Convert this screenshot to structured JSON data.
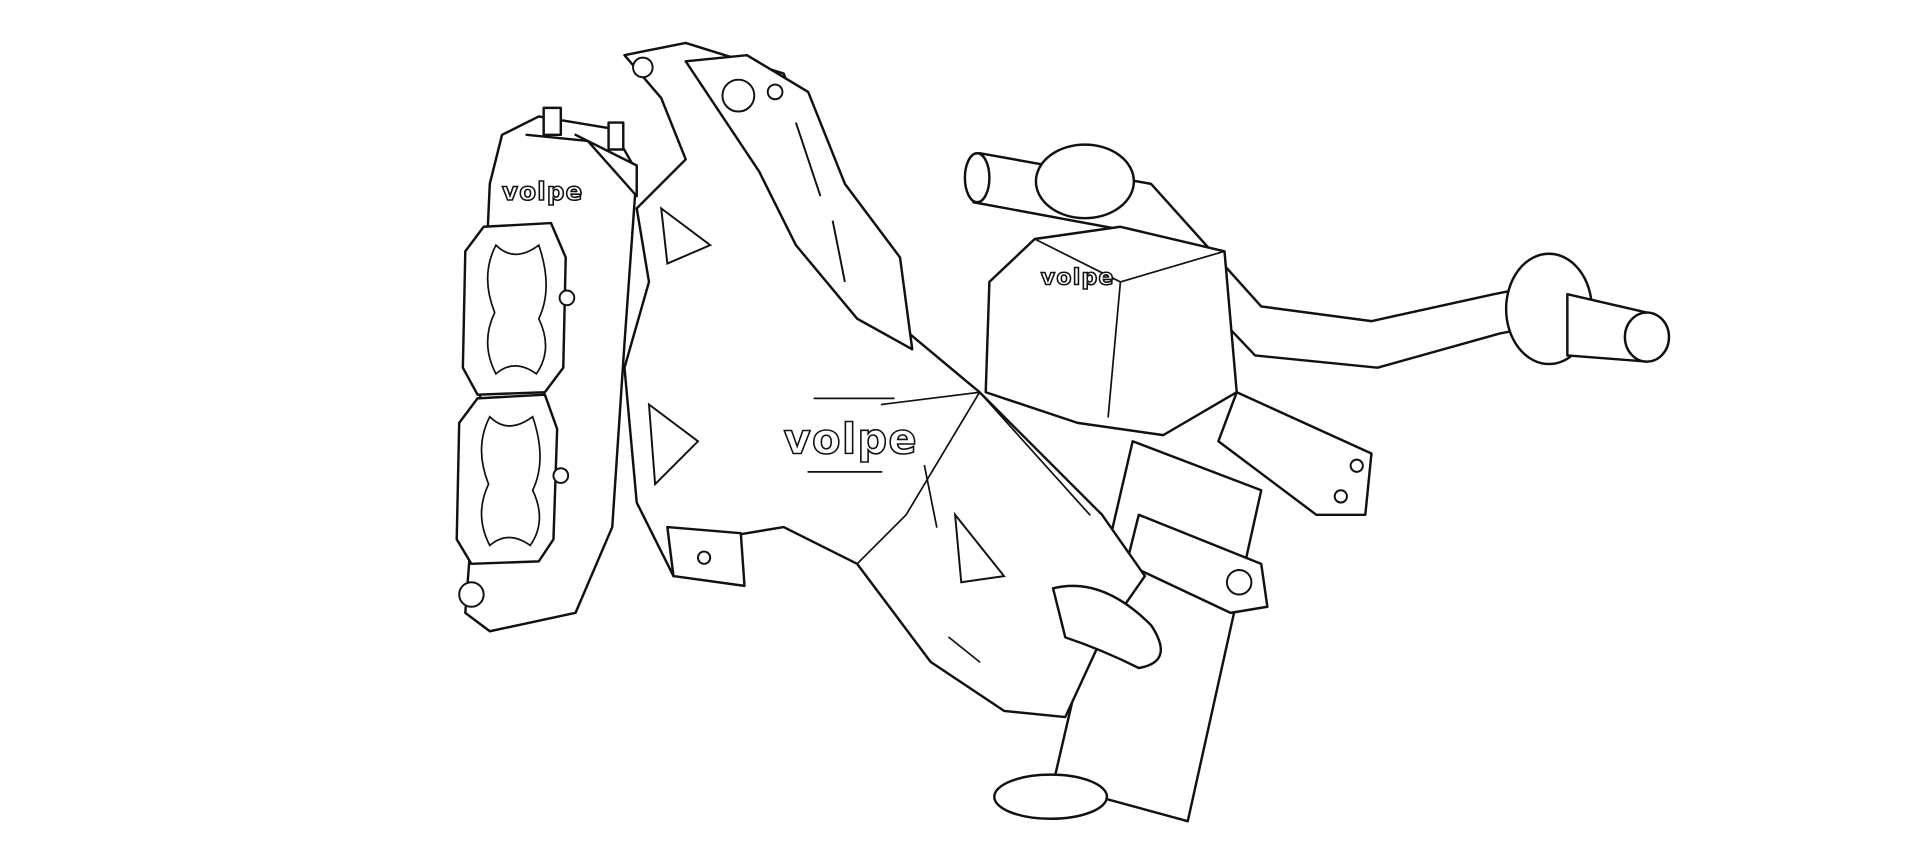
{
  "drawing": {
    "subject": "headlight-mount-assembly",
    "logos": {
      "headlight_housing": "volpe",
      "main_bracket": "volpe",
      "switch_box": "volpe"
    },
    "colors": {
      "line": "#111111",
      "background": "#ffffff"
    }
  }
}
